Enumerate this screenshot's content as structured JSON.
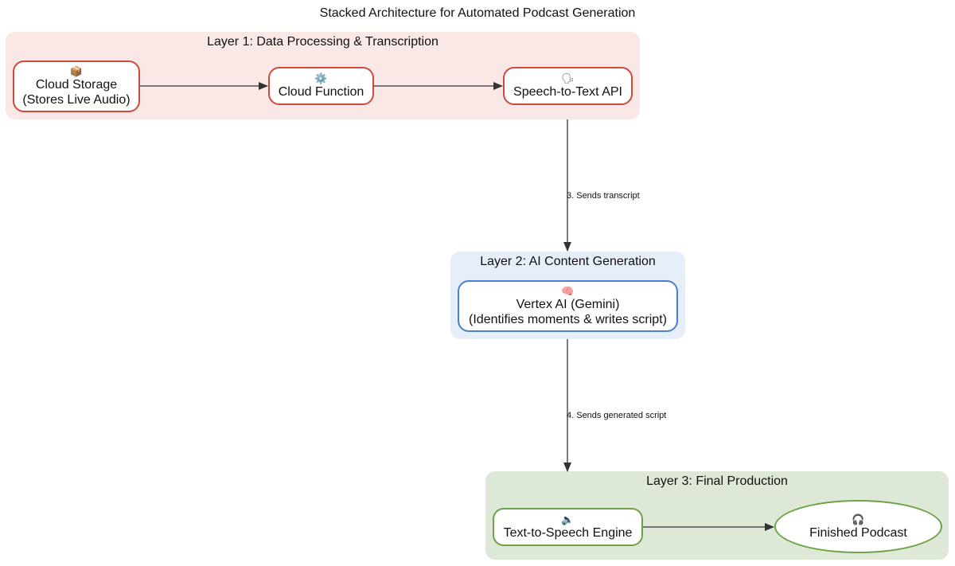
{
  "diagram": {
    "title": "Stacked Architecture for Automated Podcast Generation",
    "layers": [
      {
        "title": "Layer 1: Data Processing & Transcription",
        "nodes": [
          {
            "icon": "📦",
            "label": "Cloud Storage",
            "sublabel": "(Stores Live Audio)"
          },
          {
            "icon": "⚙️",
            "label": "Cloud Function"
          },
          {
            "icon": "🗣",
            "label": "Speech-to-Text API"
          }
        ]
      },
      {
        "title": "Layer 2: AI Content Generation",
        "nodes": [
          {
            "icon": "🧠",
            "label": "Vertex AI (Gemini)",
            "sublabel": "(Identifies moments & writes script)"
          }
        ]
      },
      {
        "title": "Layer 3: Final Production",
        "nodes": [
          {
            "icon": "🔈",
            "label": "Text-to-Speech Engine"
          },
          {
            "icon": "🎧",
            "label": "Finished Podcast"
          }
        ]
      }
    ],
    "edges": [
      {
        "from": "Cloud Storage",
        "to": "Cloud Function",
        "label": ""
      },
      {
        "from": "Cloud Function",
        "to": "Speech-to-Text API",
        "label": ""
      },
      {
        "from": "Speech-to-Text API",
        "to": "Vertex AI (Gemini)",
        "label": "3. Sends transcript"
      },
      {
        "from": "Vertex AI (Gemini)",
        "to": "Text-to-Speech Engine",
        "label": "4. Sends generated script"
      },
      {
        "from": "Text-to-Speech Engine",
        "to": "Finished Podcast",
        "label": ""
      }
    ],
    "colors": {
      "layer1_fill": "#f9e8e5",
      "layer1_border": "#cf4a3c",
      "layer2_fill": "#e6eefa",
      "layer2_border": "#4a7fd4",
      "layer3_fill": "#dde9d6",
      "layer3_border": "#6ea248",
      "arrow": "#333333"
    }
  }
}
